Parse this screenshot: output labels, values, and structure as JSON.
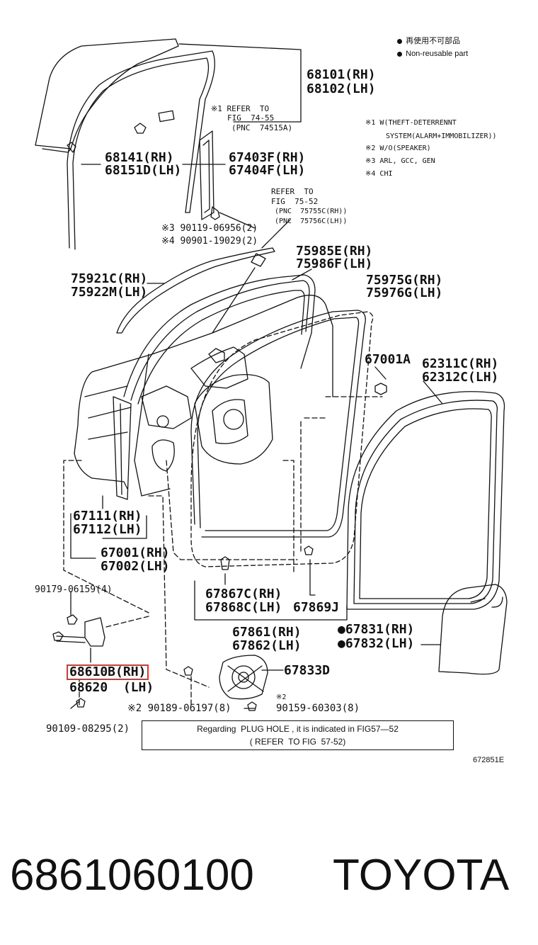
{
  "legend": {
    "nonreusable_jp": "再使用不可部品",
    "nonreusable_en": "Non-reusable part"
  },
  "notes": [
    "※1 W(THEFT-DETERRENNT",
    "SYSTEM(ALARM+IMMOBILIZER))",
    "※2 W/O(SPEAKER)",
    "※3 ARL, GCC, GEN",
    "※4 CHI"
  ],
  "callouts": {
    "p68101": "68101(RH)",
    "p68102": "68102(LH)",
    "ref1_a": "※1 REFER  TO",
    "ref1_b": "FIG  74-55",
    "ref1_c": "(PNC  74515A)",
    "p68141": "68141(RH)",
    "p68151": "68151D(LH)",
    "p67403": "67403F(RH)",
    "p67404": "67404F(LH)",
    "ref2_a": "REFER  TO",
    "ref2_b": "FIG  75-52",
    "ref2_c": "(PNC  75755C(RH))",
    "ref2_d": "(PNC  75756C(LH))",
    "p90119": "※3 90119-06956(2)",
    "p90901": "※4 90901-19029(2)",
    "p75985": "75985E(RH)",
    "p75986": "75986F(LH)",
    "p75921": "75921C(RH)",
    "p75922": "75922M(LH)",
    "p75975": "75975G(RH)",
    "p75976": "75976G(LH)",
    "p67001A": "67001A",
    "p62311": "62311C(RH)",
    "p62312": "62312C(LH)",
    "p67111": "67111(RH)",
    "p67112": "67112(LH)",
    "p67001": "67001(RH)",
    "p67002": "67002(LH)",
    "p90179": "90179-06159(4)",
    "p67867": "67867C(RH)",
    "p67868": "67868C(LH)",
    "p67869": "67869J",
    "p67861": "67861(RH)",
    "p67862": "67862(LH)",
    "p67831": "●67831(RH)",
    "p67832": "●67832(LH)",
    "p68610": "68610B(RH)",
    "p68620": "68620  (LH)",
    "p67833": "67833D",
    "note2": "※2",
    "p90189": "※2 90189-06197(8)",
    "p90159": "90159-60303(8)",
    "p90109": "90109-08295(2)"
  },
  "plug_hole": {
    "line1": "Regarding  PLUG HOLE , it is indicated in FIG57—52",
    "line2": "( REFER  TO FIG  57-52)"
  },
  "figure_code": "672851E",
  "footer": {
    "part_number": "6861060100",
    "brand": "TOYOTA"
  },
  "colors": {
    "highlight": "#e0342d",
    "ink": "#111111"
  }
}
